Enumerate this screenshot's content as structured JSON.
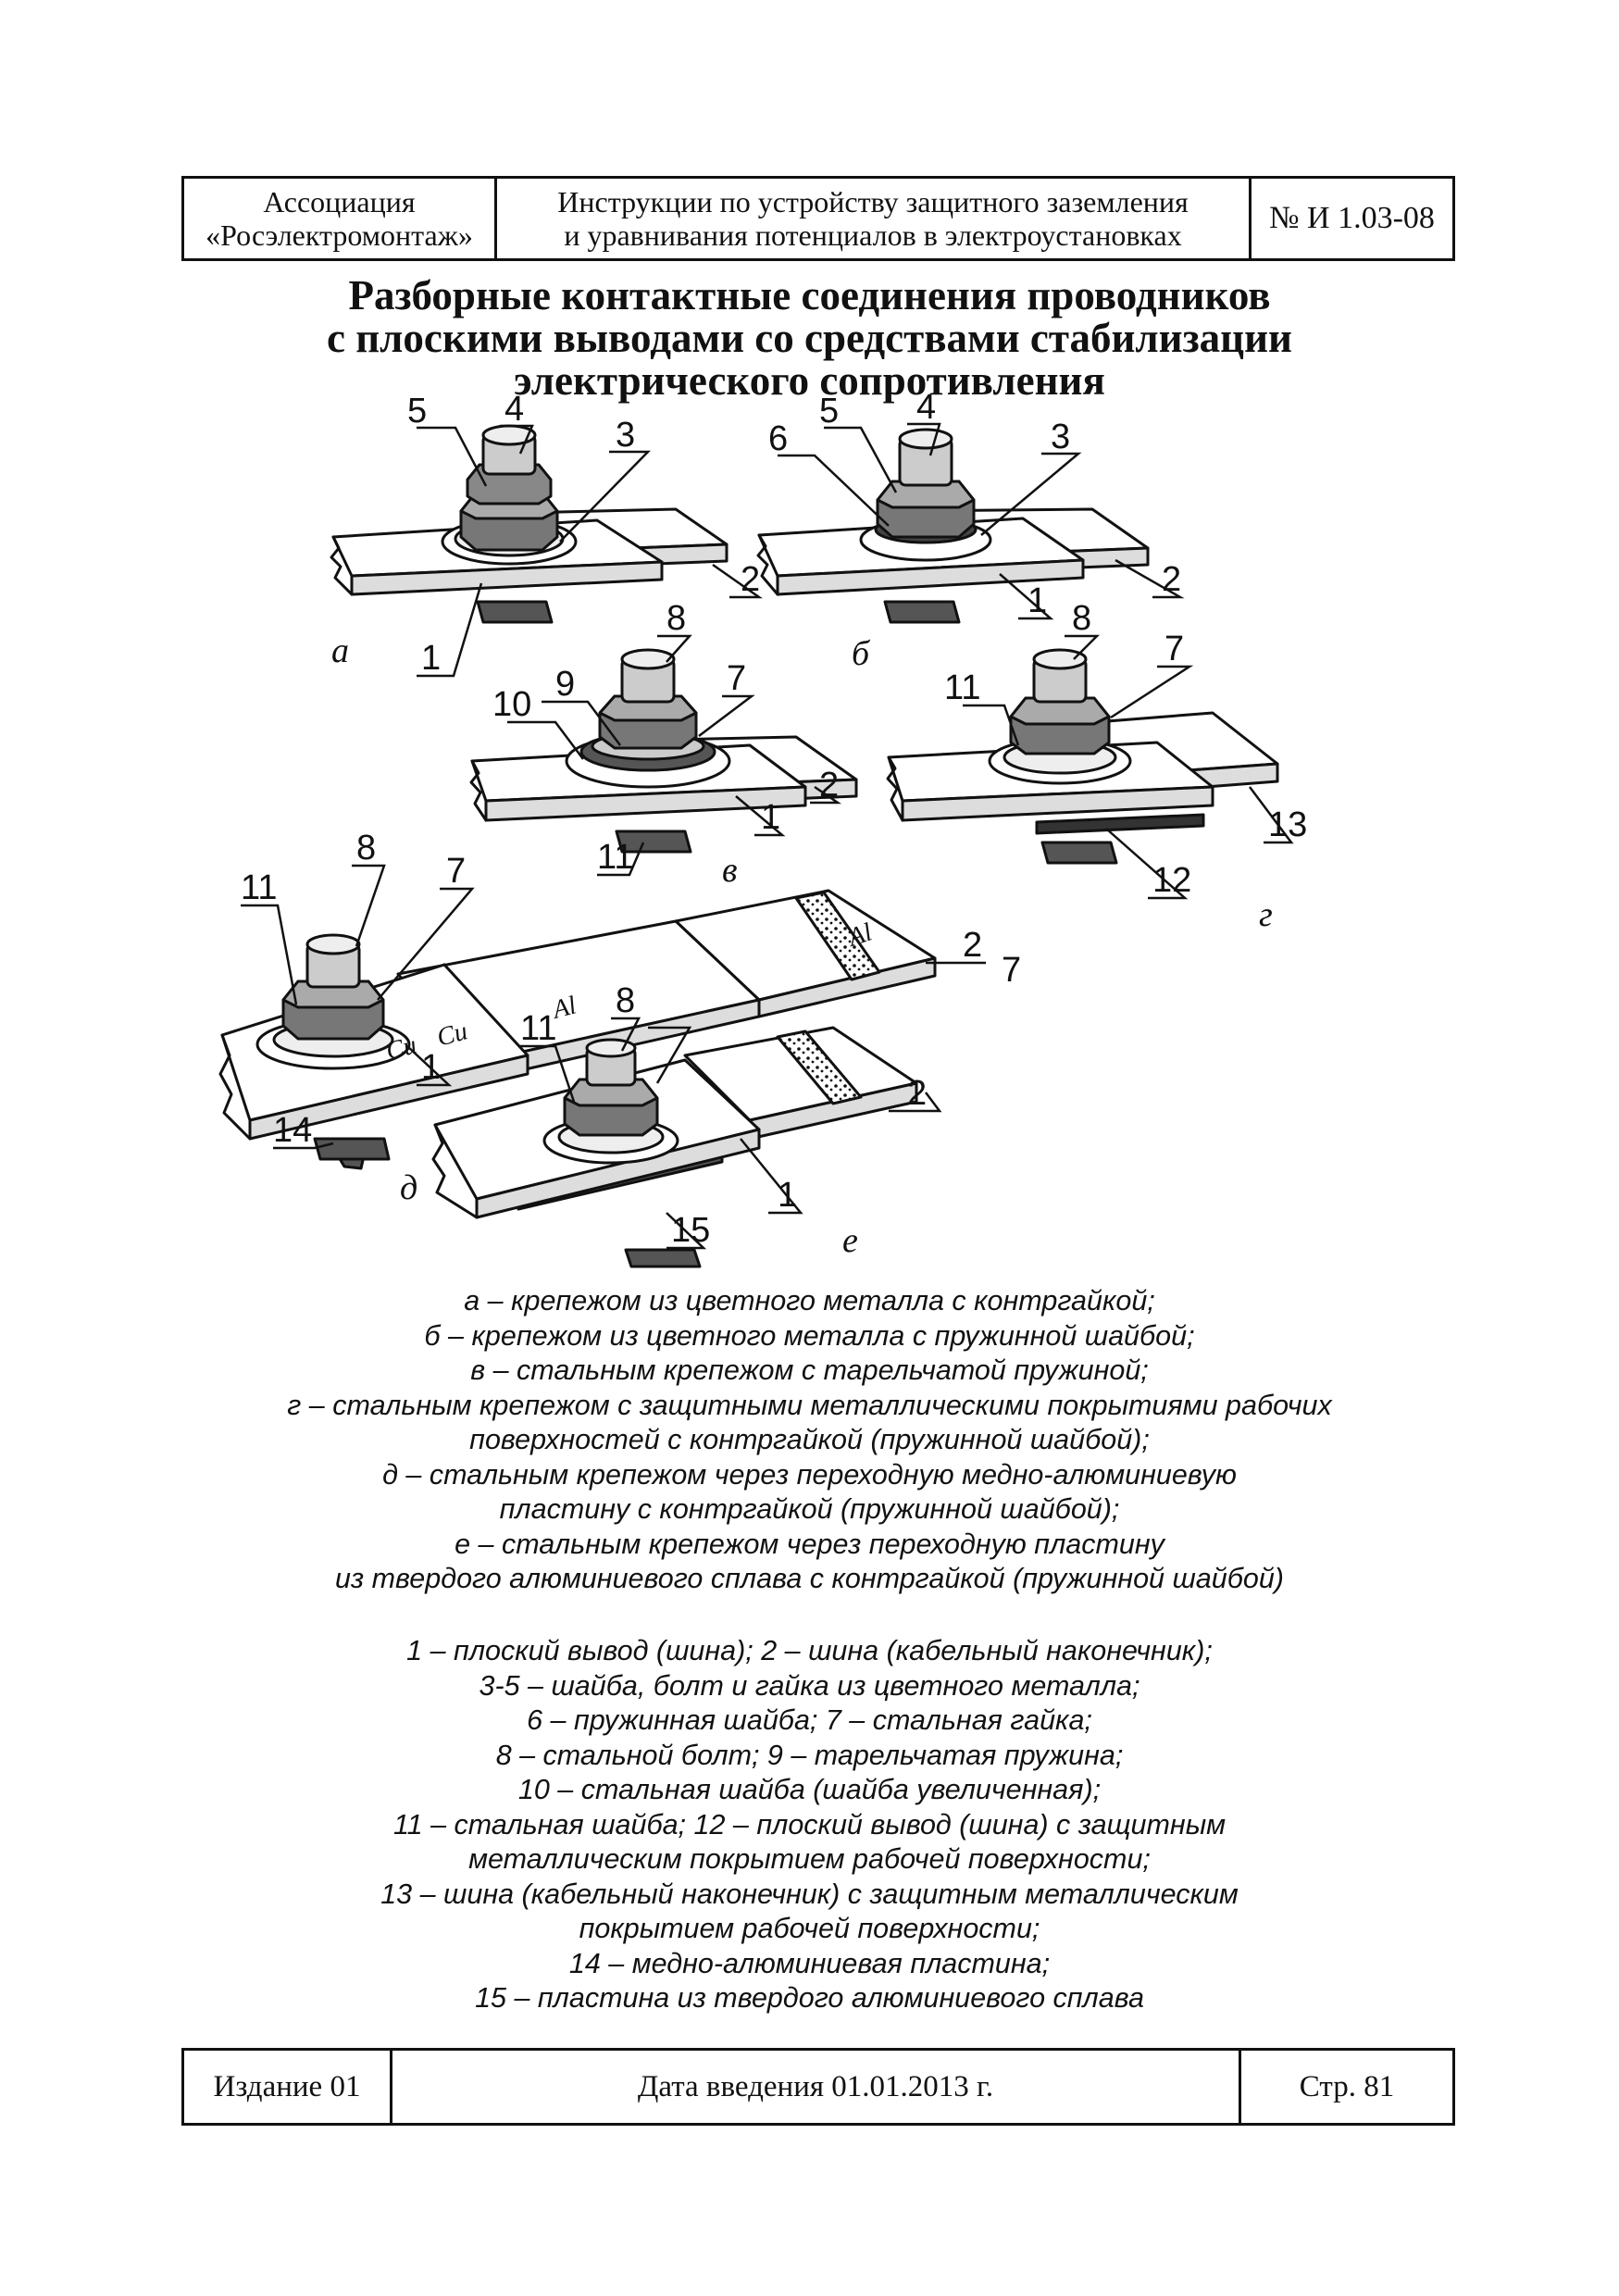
{
  "header": {
    "org": [
      "Ассоциация",
      "«Росэлектромонтаж»"
    ],
    "doc_title": [
      "Инструкции по устройству защитного заземления",
      "и уравнивания потенциалов в электроустановках"
    ],
    "doc_number": "№ И 1.03-08"
  },
  "title": [
    "Разборные контактные соединения проводников",
    "с плоскими выводами со средствами стабилизации",
    "электрического сопротивления"
  ],
  "diagram": {
    "variant_letters": {
      "a": "а",
      "b": "б",
      "v": "в",
      "g": "г",
      "d": "д",
      "e": "е"
    },
    "callouts": {
      "a": [
        "5",
        "4",
        "3",
        "2",
        "1"
      ],
      "b": [
        "5",
        "4",
        "6",
        "3",
        "1",
        "2"
      ],
      "v": [
        "8",
        "9",
        "7",
        "10",
        "2",
        "1",
        "11"
      ],
      "g": [
        "8",
        "7",
        "11",
        "13",
        "12"
      ],
      "d": [
        "11",
        "8",
        "7",
        "2",
        "7",
        "1",
        "14"
      ],
      "e": [
        "8",
        "11",
        "2",
        "1",
        "15"
      ]
    },
    "material_labels": {
      "d_cu1": "Cu",
      "d_cu2": "Cu",
      "d_al1": "Al",
      "d_al2": "Al"
    }
  },
  "caption_variants": [
    "а – крепежом из цветного металла с контргайкой;",
    "б – крепежом из цветного металла с пружинной шайбой;",
    "в – стальным крепежом с тарельчатой пружиной;",
    "г – стальным крепежом с защитными металлическими покрытиями рабочих",
    "поверхностей с контргайкой (пружинной шайбой);",
    "д – стальным крепежом через переходную медно-алюминиевую",
    "пластину с контргайкой (пружинной шайбой);",
    "е – стальным крепежом через переходную пластину",
    "из твердого алюминиевого сплава с контргайкой (пружинной шайбой)"
  ],
  "caption_parts": [
    "1 – плоский вывод (шина); 2 – шина (кабельный наконечник);",
    "3-5 – шайба, болт и гайка из цветного металла;",
    "6 – пружинная шайба; 7 – стальная гайка;",
    "8 – стальной болт; 9 – тарельчатая пружина;",
    "10 – стальная шайба (шайба увеличенная);",
    "11 – стальная шайба; 12 – плоский вывод (шина) с защитным",
    "металлическим покрытием рабочей поверхности;",
    "13 – шина (кабельный наконечник) с защитным металлическим",
    "покрытием рабочей поверхности;",
    "14 – медно-алюминиевая пластина;",
    "15 – пластина из твердого алюминиевого сплава"
  ],
  "footer": {
    "edition": "Издание 01",
    "date": "Дата введения 01.01.2013 г.",
    "page": "Стр. 81"
  }
}
